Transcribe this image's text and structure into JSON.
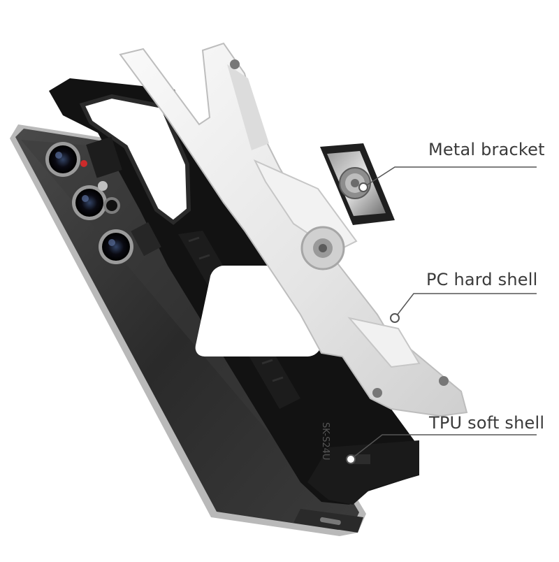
{
  "callouts": {
    "metal_bracket": "Metal bracket",
    "pc_hard_shell": "PC hard shell",
    "tpu_soft_shell": "TPU soft shell"
  },
  "case_print": "SK-S24U",
  "colors": {
    "background": "#ffffff",
    "label_text": "#3a3a3a",
    "callout_line": "#555555",
    "phone_body": "#2b2b2b",
    "tpu_shell": "#111111",
    "pc_shell": "#e9e9e9"
  }
}
